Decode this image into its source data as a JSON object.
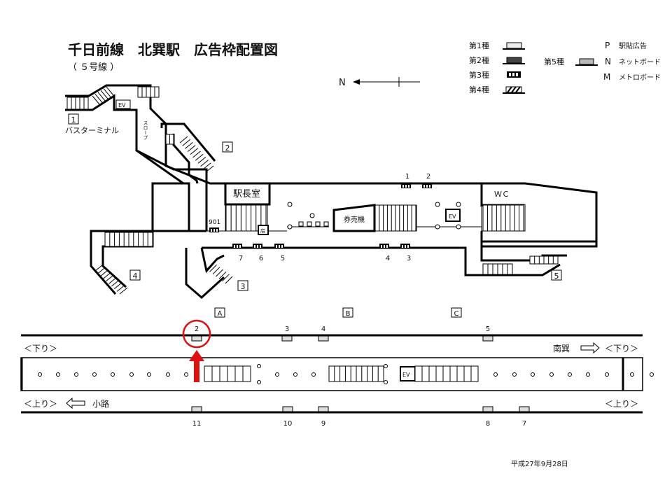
{
  "title": "千日前線　北巽駅　広告枠配置図",
  "subtitle": "（ ５号線 ）",
  "north_label": "N",
  "legend": {
    "types": [
      {
        "label": "第1種",
        "color": "#eeeeee"
      },
      {
        "label": "第2種",
        "color": "#444444"
      },
      {
        "label": "第3種",
        "color": "#000000"
      },
      {
        "label": "第4種",
        "color": "#ffffff"
      },
      {
        "label": "第5種",
        "color": "#bbbbbb"
      }
    ],
    "codes": [
      {
        "code": "P",
        "label": "駅貼広告"
      },
      {
        "code": "N",
        "label": "ネットボード"
      },
      {
        "code": "M",
        "label": "メトロボード"
      }
    ]
  },
  "concourse": {
    "exits": [
      "1",
      "2",
      "3",
      "4",
      "5"
    ],
    "bus_terminal": "バスターミナル",
    "slope": "スロープ",
    "ev": "EV",
    "station_office": "駅長室",
    "ticket_machines": "券売機",
    "wc": "ＷＣ",
    "shop": "店",
    "ads_top": [
      "1",
      "2"
    ],
    "ad_901": "901",
    "ads_bottom": [
      "7",
      "6",
      "5",
      "4",
      "3"
    ]
  },
  "platform": {
    "exit_groups": [
      "A",
      "B",
      "C"
    ],
    "top_ads": [
      "2",
      "3",
      "4",
      "5"
    ],
    "bottom_ads": [
      "11",
      "10",
      "9",
      "8",
      "7"
    ],
    "down_left": "＜下り＞",
    "down_right": "＜下り＞",
    "up_left": "＜上り＞",
    "up_right": "＜上り＞",
    "south_station": "南巽",
    "north_station": "小路",
    "ev": "EV",
    "highlighted_ad": "2",
    "highlight_color": "#dd1111"
  },
  "date": "平成27年9月28日"
}
